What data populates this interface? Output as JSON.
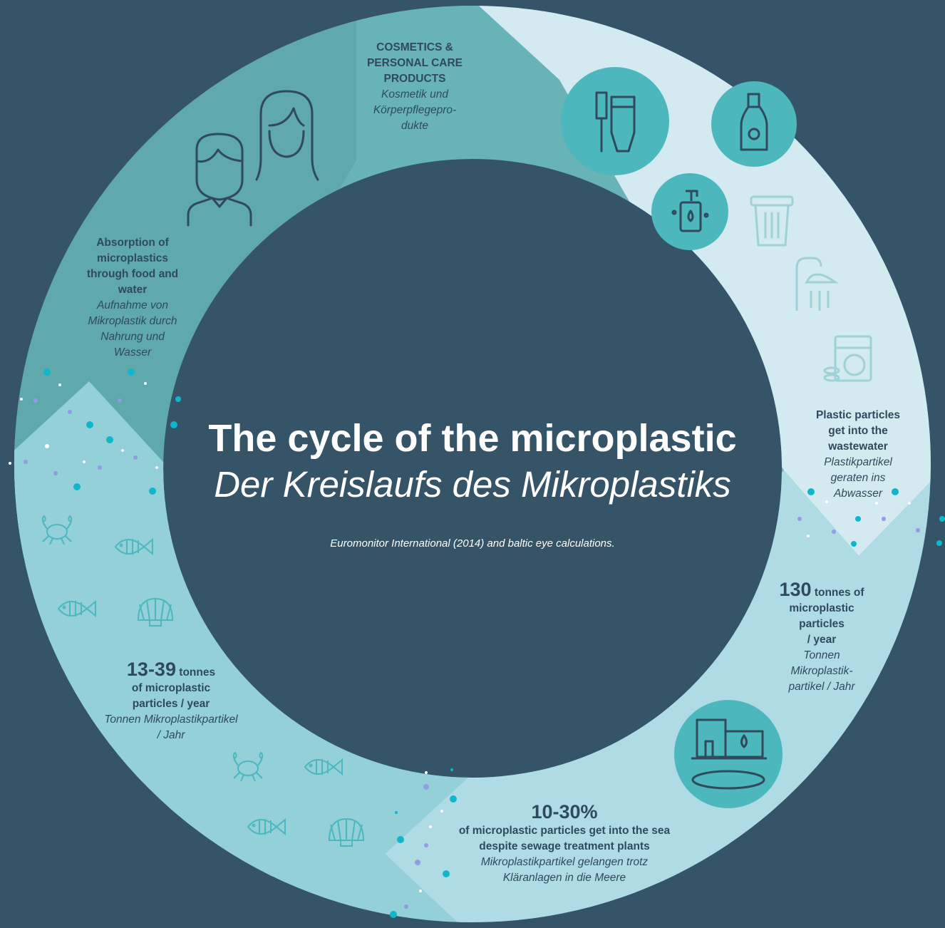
{
  "title": {
    "en": "The cycle of the microplastic",
    "de": "Der Kreislaufs des Mikroplastiks"
  },
  "source": "Euromonitor International (2014) and baltic eye calculations.",
  "stages": {
    "cosmetics": {
      "en_lines": [
        "COSMETICS &",
        "PERSONAL CARE",
        "PRODUCTS"
      ],
      "de_lines": [
        "Kosmetik und",
        "Körperpflegepro-",
        "dukte"
      ]
    },
    "wastewater": {
      "en_lines": [
        "Plastic particles",
        "get into the",
        "wastewater"
      ],
      "de_lines": [
        "Plastikpartikel",
        "geraten ins",
        "Abwasser"
      ]
    },
    "tonnes_130": {
      "number": "130",
      "unit": "tonnes of",
      "en_lines": [
        "microplastic",
        "particles",
        "/ year"
      ],
      "de_lines": [
        "Tonnen",
        "Mikroplastik-",
        "partikel / Jahr"
      ]
    },
    "sea": {
      "number": "10-30%",
      "en_lines": [
        "of microplastic particles get into the sea",
        "despite sewage treatment plants"
      ],
      "de_lines": [
        "Mikroplastikpartikel gelangen trotz",
        "Kläranlagen in die Meere"
      ]
    },
    "tonnes_13_39": {
      "number": "13-39",
      "unit": "tonnes",
      "en_lines": [
        "of microplastic",
        "particles / year"
      ],
      "de_lines": [
        "Tonnen Mikroplastikpartikel",
        "/ Jahr"
      ]
    },
    "absorption": {
      "en_lines": [
        "Absorption of",
        "microplastics",
        "through food and",
        "water"
      ],
      "de_lines": [
        "Aufnahme von",
        "Mikroplastik durch",
        "Nahrung und",
        "Wasser"
      ]
    }
  },
  "icons": [
    "toothbrush-toothpaste-icon",
    "bottle-icon",
    "soap-dispenser-icon",
    "trash-bin-icon",
    "shower-icon",
    "washing-machine-icon",
    "sewage-plant-icon",
    "crab-icon",
    "fish-icon",
    "shell-icon",
    "man-icon",
    "woman-icon"
  ],
  "colors": {
    "background": "#355467",
    "ring_top": "#67b3b6",
    "ring_right": "#d4eaf1",
    "ring_bottom_right": "#afdbe4",
    "ring_bottom_left": "#93d0d8",
    "accent_circle": "#4cb7bd",
    "text": "#2f4a5c"
  }
}
